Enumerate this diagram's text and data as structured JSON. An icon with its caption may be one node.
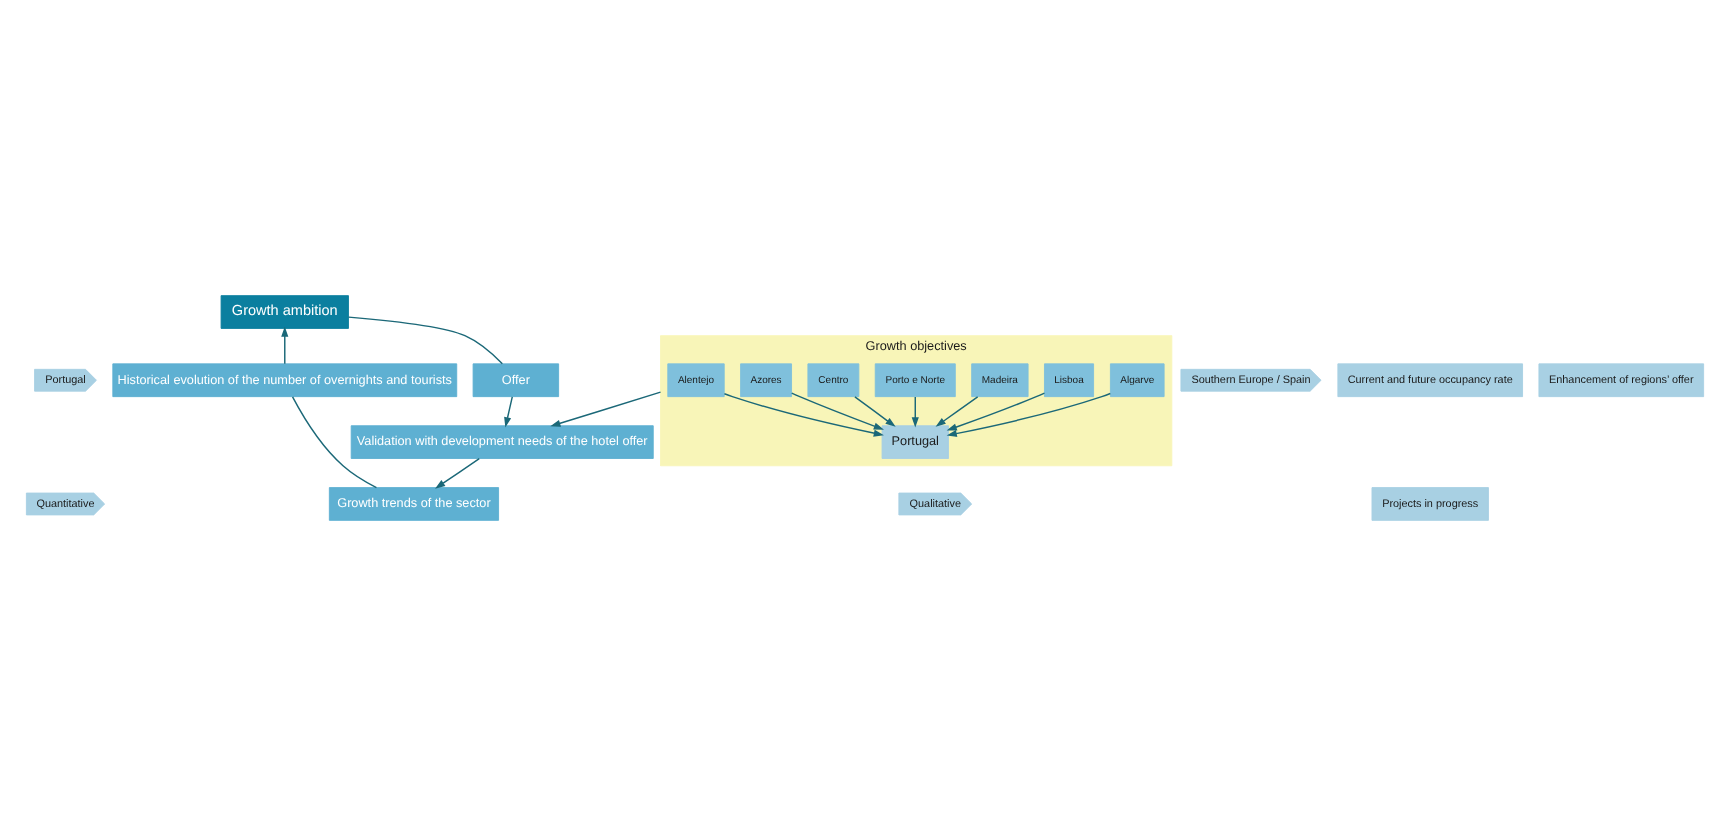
{
  "diagram": {
    "nodes": [
      {
        "text": [
          "Growth ambition"
        ]
      },
      {
        "text": [
          "Historical evolution of the number of overnights and tourists"
        ]
      },
      {
        "text": [
          "Growth trends of the sector"
        ]
      },
      {
        "text": [
          "Portugal"
        ]
      },
      {
        "text": [
          "Southern Europe / Spain"
        ]
      },
      {
        "text": [
          "Quantitative"
        ]
      },
      {
        "text": [
          "Qualitative"
        ]
      },
      {
        "text": [
          "Growth objectives"
        ]
      },
      {
        "text": [
          "Portugal"
        ],
        "in": 7
      },
      {
        "text": [
          "Algarve"
        ],
        "in": 7
      },
      {
        "text": [
          "Lisboa"
        ],
        "in": 7
      },
      {
        "text": [
          "Madeira"
        ],
        "in": 7
      },
      {
        "text": [
          "Porto e Norte"
        ],
        "in": 7
      },
      {
        "text": [
          "Centro"
        ],
        "in": 7
      },
      {
        "text": [
          "Azores"
        ],
        "in": 7
      },
      {
        "text": [
          "Alentejo"
        ],
        "in": 7
      },
      {
        "text": [
          "Current and future occupancy rate"
        ]
      },
      {
        "text": [
          "Enhancement of regions’ offer"
        ]
      },
      {
        "text": [
          "Projects in progress"
        ]
      },
      {
        "text": [
          "Offer"
        ]
      },
      {
        "text": [
          "Validation with development needs of the hotel offer"
        ]
      }
    ],
    "edges": [
      {
        "from": 9,
        "to": 8,
        "arrow": "to"
      },
      {
        "from": 10,
        "to": 8,
        "arrow": "to"
      },
      {
        "from": 11,
        "to": 8,
        "arrow": "to"
      },
      {
        "from": 12,
        "to": 8,
        "arrow": "to"
      },
      {
        "from": 13,
        "to": 8,
        "arrow": "to"
      },
      {
        "from": 14,
        "to": 8,
        "arrow": "to"
      },
      {
        "from": 15,
        "to": 8,
        "arrow": "to"
      },
      {
        "from": 7,
        "to": 20,
        "arrow": "to"
      },
      {
        "from": 1,
        "to": 0,
        "arrow": "to"
      },
      {
        "from": 0,
        "to": 19,
        "arrow": "none"
      },
      {
        "from": 19,
        "to": 20,
        "arrow": "to"
      },
      {
        "from": 20,
        "to": 2,
        "arrow": "to"
      },
      {
        "from": 1,
        "to": 2,
        "arrow": "none"
      }
    ]
  }
}
